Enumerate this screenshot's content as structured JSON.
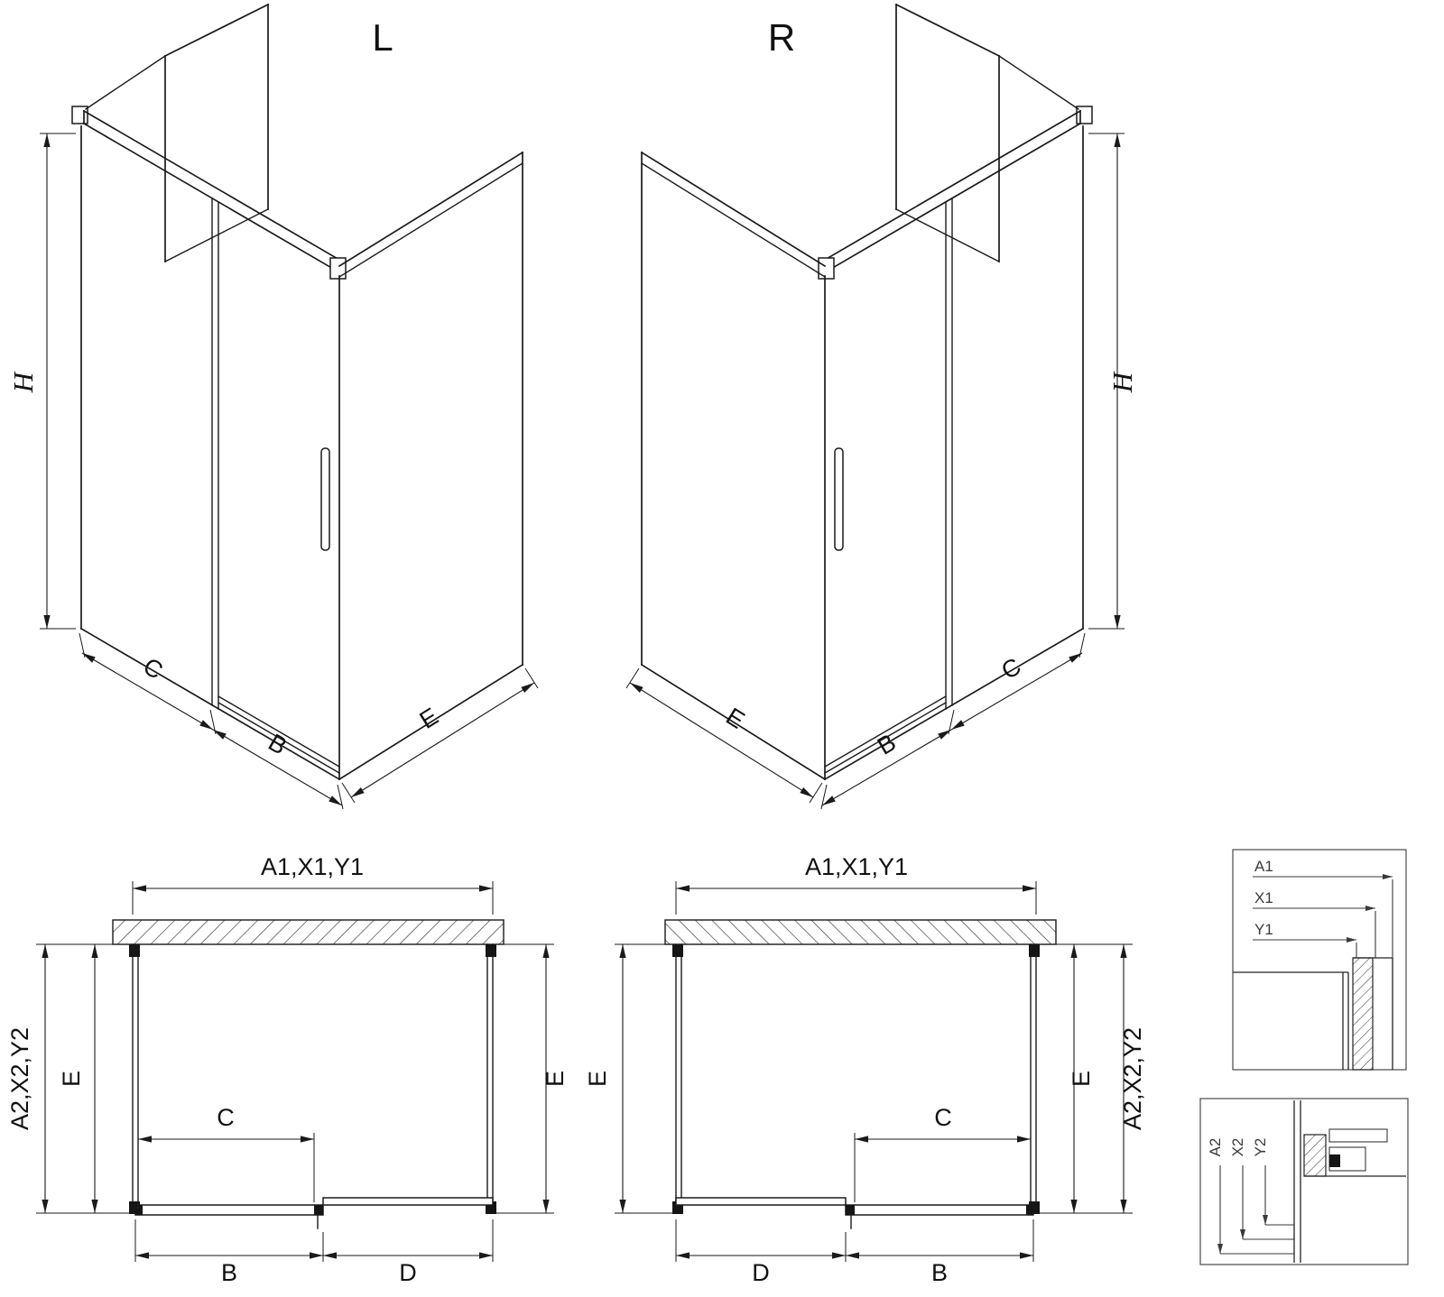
{
  "title": "Shower enclosure technical drawing (L / R variants)",
  "colors": {
    "line": "#1a1a1a",
    "background": "#ffffff",
    "hatch": "#333333"
  },
  "iso_left": {
    "variant": "L",
    "dim_height": "H",
    "dim_fixed_panel": "C",
    "dim_door": "B",
    "dim_side_panel": "E"
  },
  "iso_right": {
    "variant": "R",
    "dim_height": "H",
    "dim_fixed_panel": "C",
    "dim_door": "B",
    "dim_side_panel": "E"
  },
  "plan_left": {
    "dim_top": "A1,X1,Y1",
    "dim_left_outer": "A2,X2,Y2",
    "dim_left_inner": "E",
    "dim_right": "E",
    "dim_opening": "C",
    "dim_bottom_left": "B",
    "dim_bottom_right": "D"
  },
  "plan_right": {
    "dim_top": "A1,X1,Y1",
    "dim_left": "E",
    "dim_right_inner": "E",
    "dim_right_outer": "A2,X2,Y2",
    "dim_opening": "C",
    "dim_bottom_left": "D",
    "dim_bottom_right": "B"
  },
  "detail_top": {
    "labels": [
      "A1",
      "X1",
      "Y1"
    ]
  },
  "detail_bottom": {
    "labels": [
      "A2",
      "X2",
      "Y2"
    ]
  }
}
